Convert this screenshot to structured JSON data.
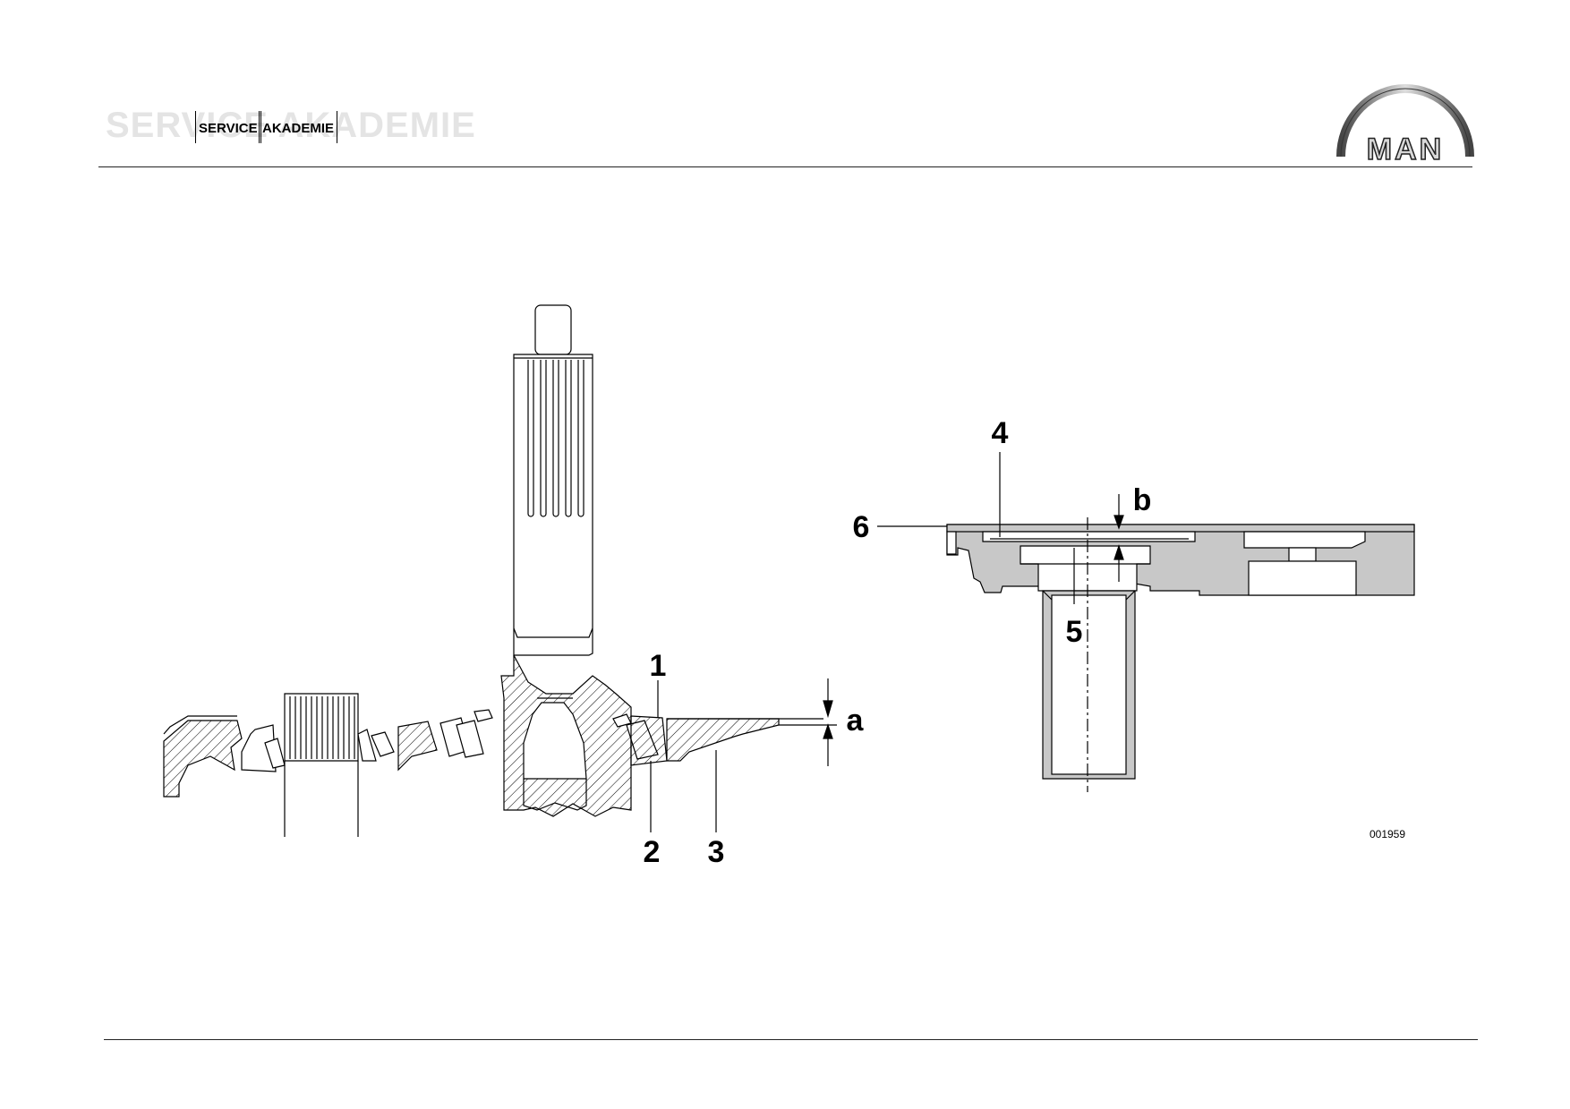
{
  "header": {
    "watermark_text": "SERVICE AKADEMIE",
    "label_service": "SERVICE",
    "label_akademie": "AKADEMIE",
    "logo_text": "MAN"
  },
  "figure": {
    "callouts": {
      "c1": "1",
      "c2": "2",
      "c3": "3",
      "c4": "4",
      "c5": "5",
      "c6": "6",
      "ca": "a",
      "cb": "b"
    },
    "figure_number": "001959"
  },
  "colors": {
    "line": "#000000",
    "fill_gray": "#c8c8c8",
    "watermark": "#e4e4e4"
  }
}
